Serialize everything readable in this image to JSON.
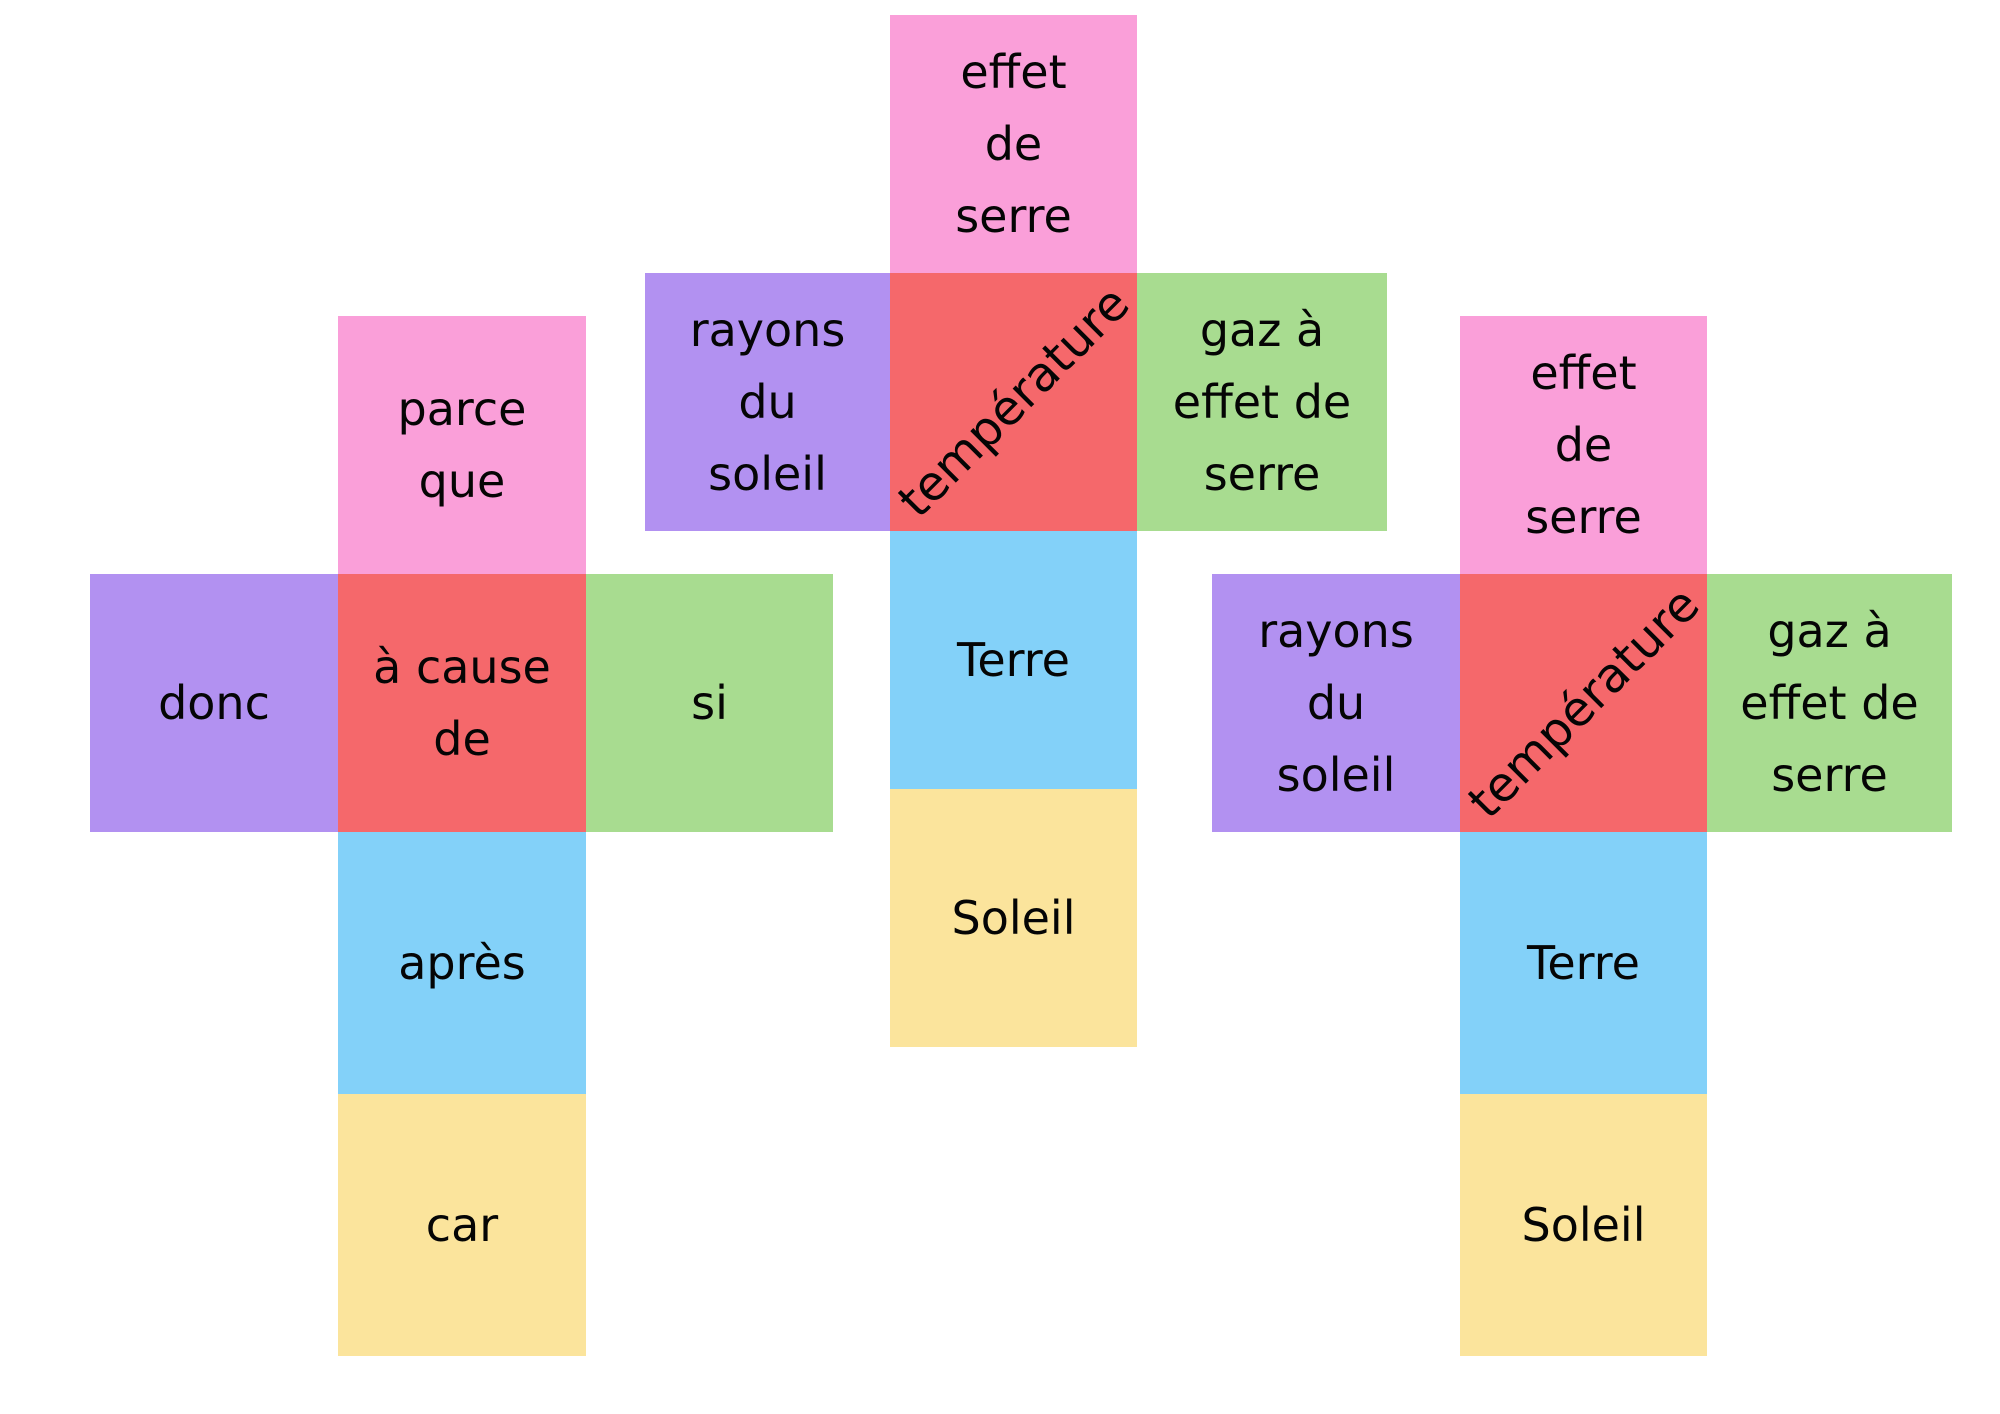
{
  "background": "#ffffff",
  "text_color": "#050505",
  "palette": {
    "pink": "#FA9FD9",
    "purple": "#B291F1",
    "red": "#F5686B",
    "green": "#A8DC90",
    "blue": "#83D1F9",
    "yellow": "#FBE49C"
  },
  "nets": {
    "net1": {
      "top": "parce\nque",
      "left": "donc",
      "center": "à cause\nde",
      "right": "si",
      "bottom1": "après",
      "bottom2": "car"
    },
    "net2": {
      "top": "effet\nde\nserre",
      "left": "rayons\ndu\nsoleil",
      "center": "température",
      "right": "gaz à\neffet de\nserre",
      "bottom1": "Terre",
      "bottom2": "Soleil"
    },
    "net3": {
      "top": "effet\nde\nserre",
      "left": "rayons\ndu\nsoleil",
      "center": "température",
      "right": "gaz à\neffet de\nserre",
      "bottom1": "Terre",
      "bottom2": "Soleil"
    }
  }
}
